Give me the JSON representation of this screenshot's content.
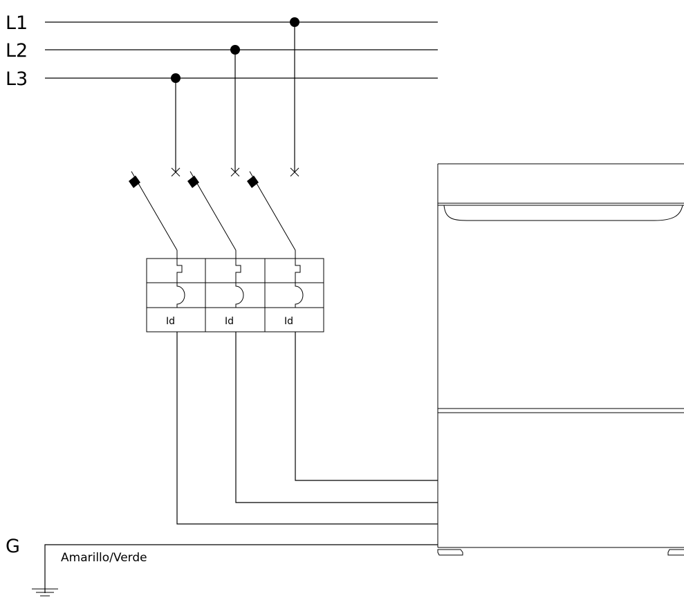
{
  "phases": {
    "l1": "L1",
    "l2": "L2",
    "l3": "L3"
  },
  "ground": {
    "label": "G",
    "wire_color_label": "Amarillo/Verde"
  },
  "breaker": {
    "poles": [
      {
        "label": "Id"
      },
      {
        "label": "Id"
      },
      {
        "label": "Id"
      }
    ]
  }
}
